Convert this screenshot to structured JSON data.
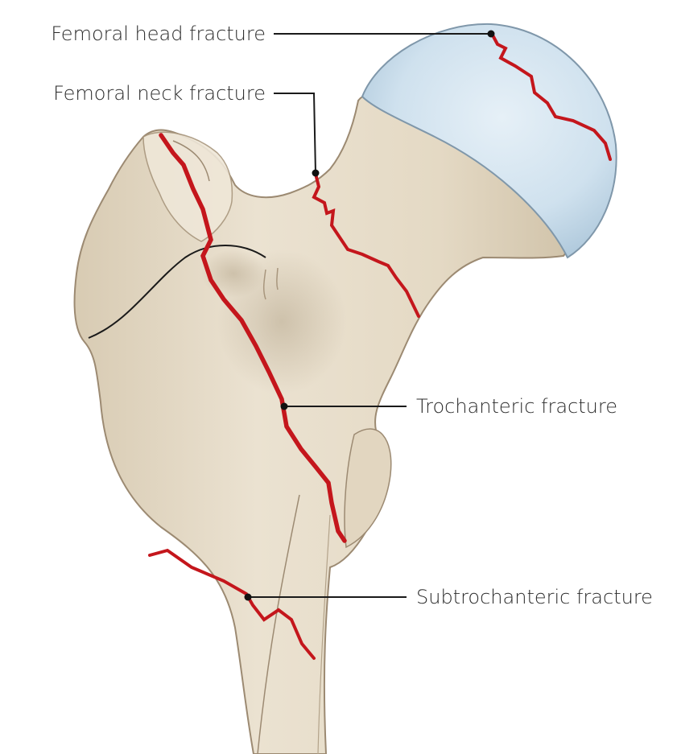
{
  "labels": {
    "femoral_head": "Femoral head fracture",
    "femoral_neck": "Femoral neck fracture",
    "trochanteric": "Trochanteric fracture",
    "subtrochanteric": "Subtrochanteric fracture"
  },
  "colors": {
    "bone": "#e7dcc8",
    "bone_outline": "#9c8a72",
    "cartilage": "#cfe1ee",
    "fracture": "#c4161c",
    "leader": "#1a1a1a"
  }
}
